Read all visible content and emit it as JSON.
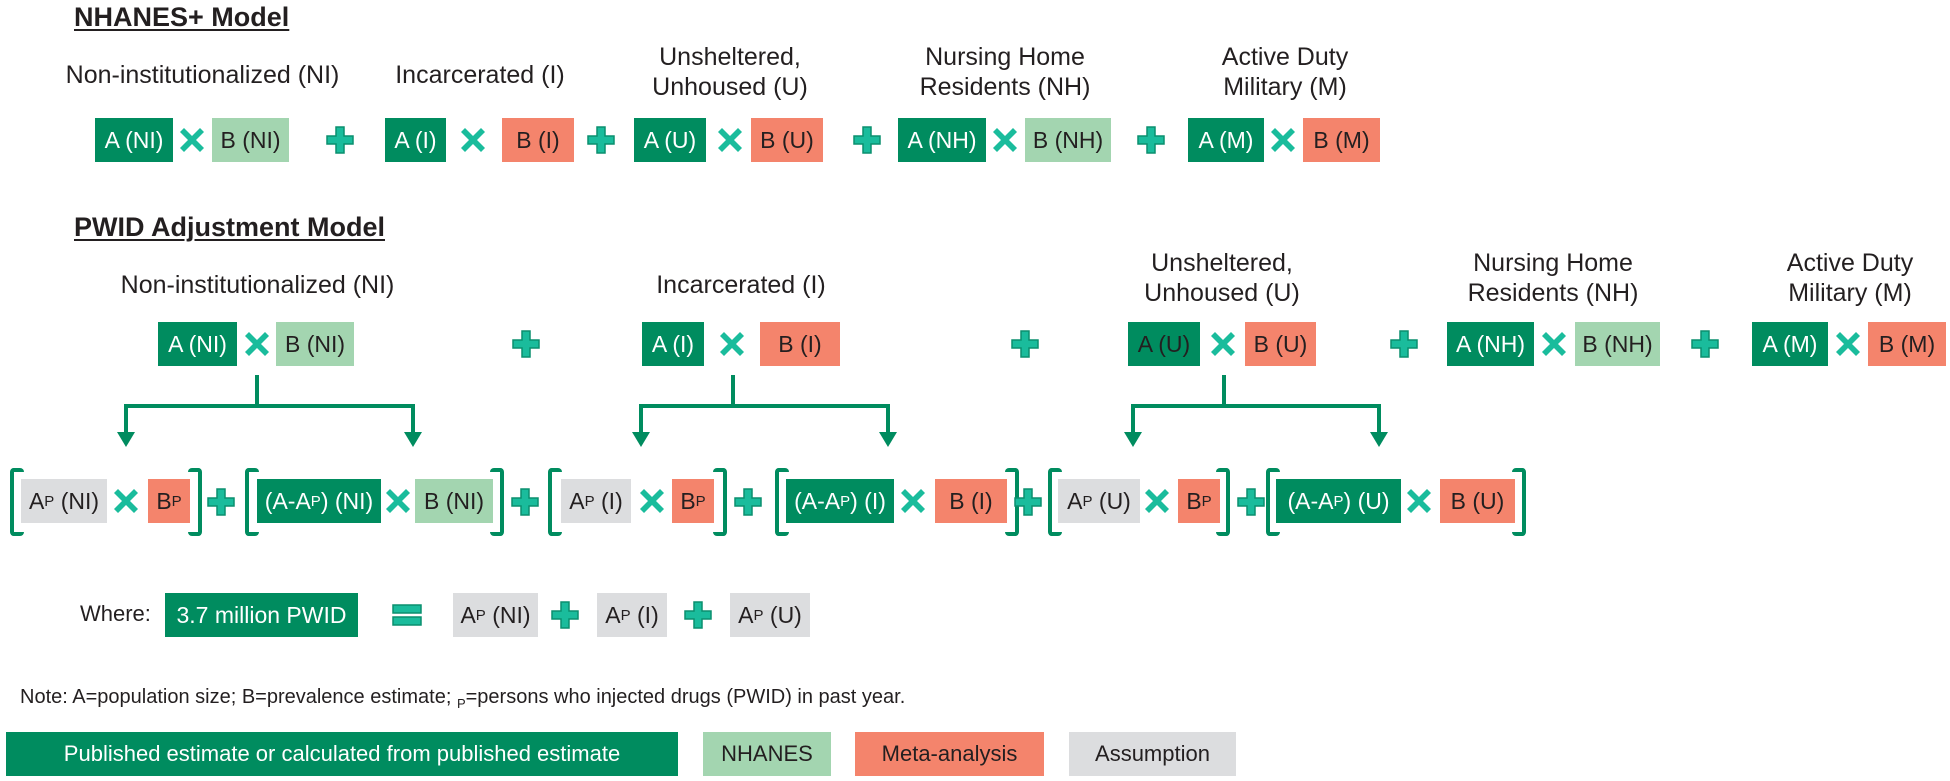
{
  "colors": {
    "published": "#008c5f",
    "nhanes": "#a3d5b0",
    "meta_analysis": "#f4846c",
    "assumption": "#dcdddf",
    "operator": "#1abc9c",
    "operator_outline": "#0a8f6e",
    "connector": "#008c5f"
  },
  "nhanes_model": {
    "title": "NHANES+ Model",
    "groups": [
      {
        "label": "Non-institutionalized (NI)",
        "a": "A (NI)",
        "b": "B (NI)",
        "b_source": "nhanes"
      },
      {
        "label": "Incarcerated (I)",
        "a": "A (I)",
        "b": "B (I)",
        "b_source": "meta_analysis"
      },
      {
        "label_line1": "Unsheltered,",
        "label_line2": "Unhoused (U)",
        "a": "A (U)",
        "b": "B (U)",
        "b_source": "meta_analysis"
      },
      {
        "label_line1": "Nursing Home",
        "label_line2": "Residents (NH)",
        "a": "A (NH)",
        "b": "B (NH)",
        "b_source": "nhanes"
      },
      {
        "label_line1": "Active Duty",
        "label_line2": "Military (M)",
        "a": "A (M)",
        "b": "B (M)",
        "b_source": "meta_analysis"
      }
    ]
  },
  "pwid_model": {
    "title": "PWID Adjustment Model",
    "groups": [
      {
        "label": "Non-institutionalized (NI)",
        "a": "A (NI)",
        "b": "B (NI)",
        "b_source": "nhanes"
      },
      {
        "label": "Incarcerated (I)",
        "a": "A (I)",
        "b": "B (I)",
        "b_source": "meta_analysis"
      },
      {
        "label_line1": "Unsheltered,",
        "label_line2": "Unhoused (U)",
        "a": "A (U)",
        "b": "B (U)",
        "b_source": "meta_analysis"
      },
      {
        "label_line1": "Nursing Home",
        "label_line2": "Residents (NH)",
        "a": "A (NH)",
        "b": "B (NH)",
        "b_source": "nhanes"
      },
      {
        "label_line1": "Active Duty",
        "label_line2": "Military (M)",
        "a": "A (M)",
        "b": "B (M)",
        "b_source": "meta_analysis"
      }
    ],
    "expansions": [
      {
        "pwid_a": "A",
        "pwid_a_sub": "P",
        "pwid_a_suffix": " (NI)",
        "pwid_b": "B",
        "pwid_b_sub": "P",
        "nonpwid_a_prefix": "(A-A",
        "nonpwid_a_sub": "P",
        "nonpwid_a_suffix": ") (NI)",
        "nonpwid_b": "B (NI)"
      },
      {
        "pwid_a": "A",
        "pwid_a_sub": "P",
        "pwid_a_suffix": " (I)",
        "pwid_b": "B",
        "pwid_b_sub": "P",
        "nonpwid_a_prefix": "(A-A",
        "nonpwid_a_sub": "P",
        "nonpwid_a_suffix": ") (I)",
        "nonpwid_b": "B (I)"
      },
      {
        "pwid_a": "A",
        "pwid_a_sub": "P",
        "pwid_a_suffix": " (U)",
        "pwid_b": "B",
        "pwid_b_sub": "P",
        "nonpwid_a_prefix": "(A-A",
        "nonpwid_a_sub": "P",
        "nonpwid_a_suffix": ") (U)",
        "nonpwid_b": "B (U)"
      }
    ],
    "where": {
      "label": "Where:",
      "total": "3.7 million PWID",
      "terms": [
        {
          "a": "A",
          "sub": "P",
          "suffix": " (NI)"
        },
        {
          "a": "A",
          "sub": "P",
          "suffix": " (I)"
        },
        {
          "a": "A",
          "sub": "P",
          "suffix": " (U)"
        }
      ]
    }
  },
  "note": {
    "prefix": "Note: A=population size; B=prevalence estimate; ",
    "sub": "P",
    "suffix": "=persons who injected drugs (PWID) in past year."
  },
  "legend": [
    {
      "label": "Published estimate or calculated from published estimate",
      "key": "published"
    },
    {
      "label": "NHANES",
      "key": "nhanes"
    },
    {
      "label": "Meta-analysis",
      "key": "meta_analysis"
    },
    {
      "label": "Assumption",
      "key": "assumption"
    }
  ]
}
